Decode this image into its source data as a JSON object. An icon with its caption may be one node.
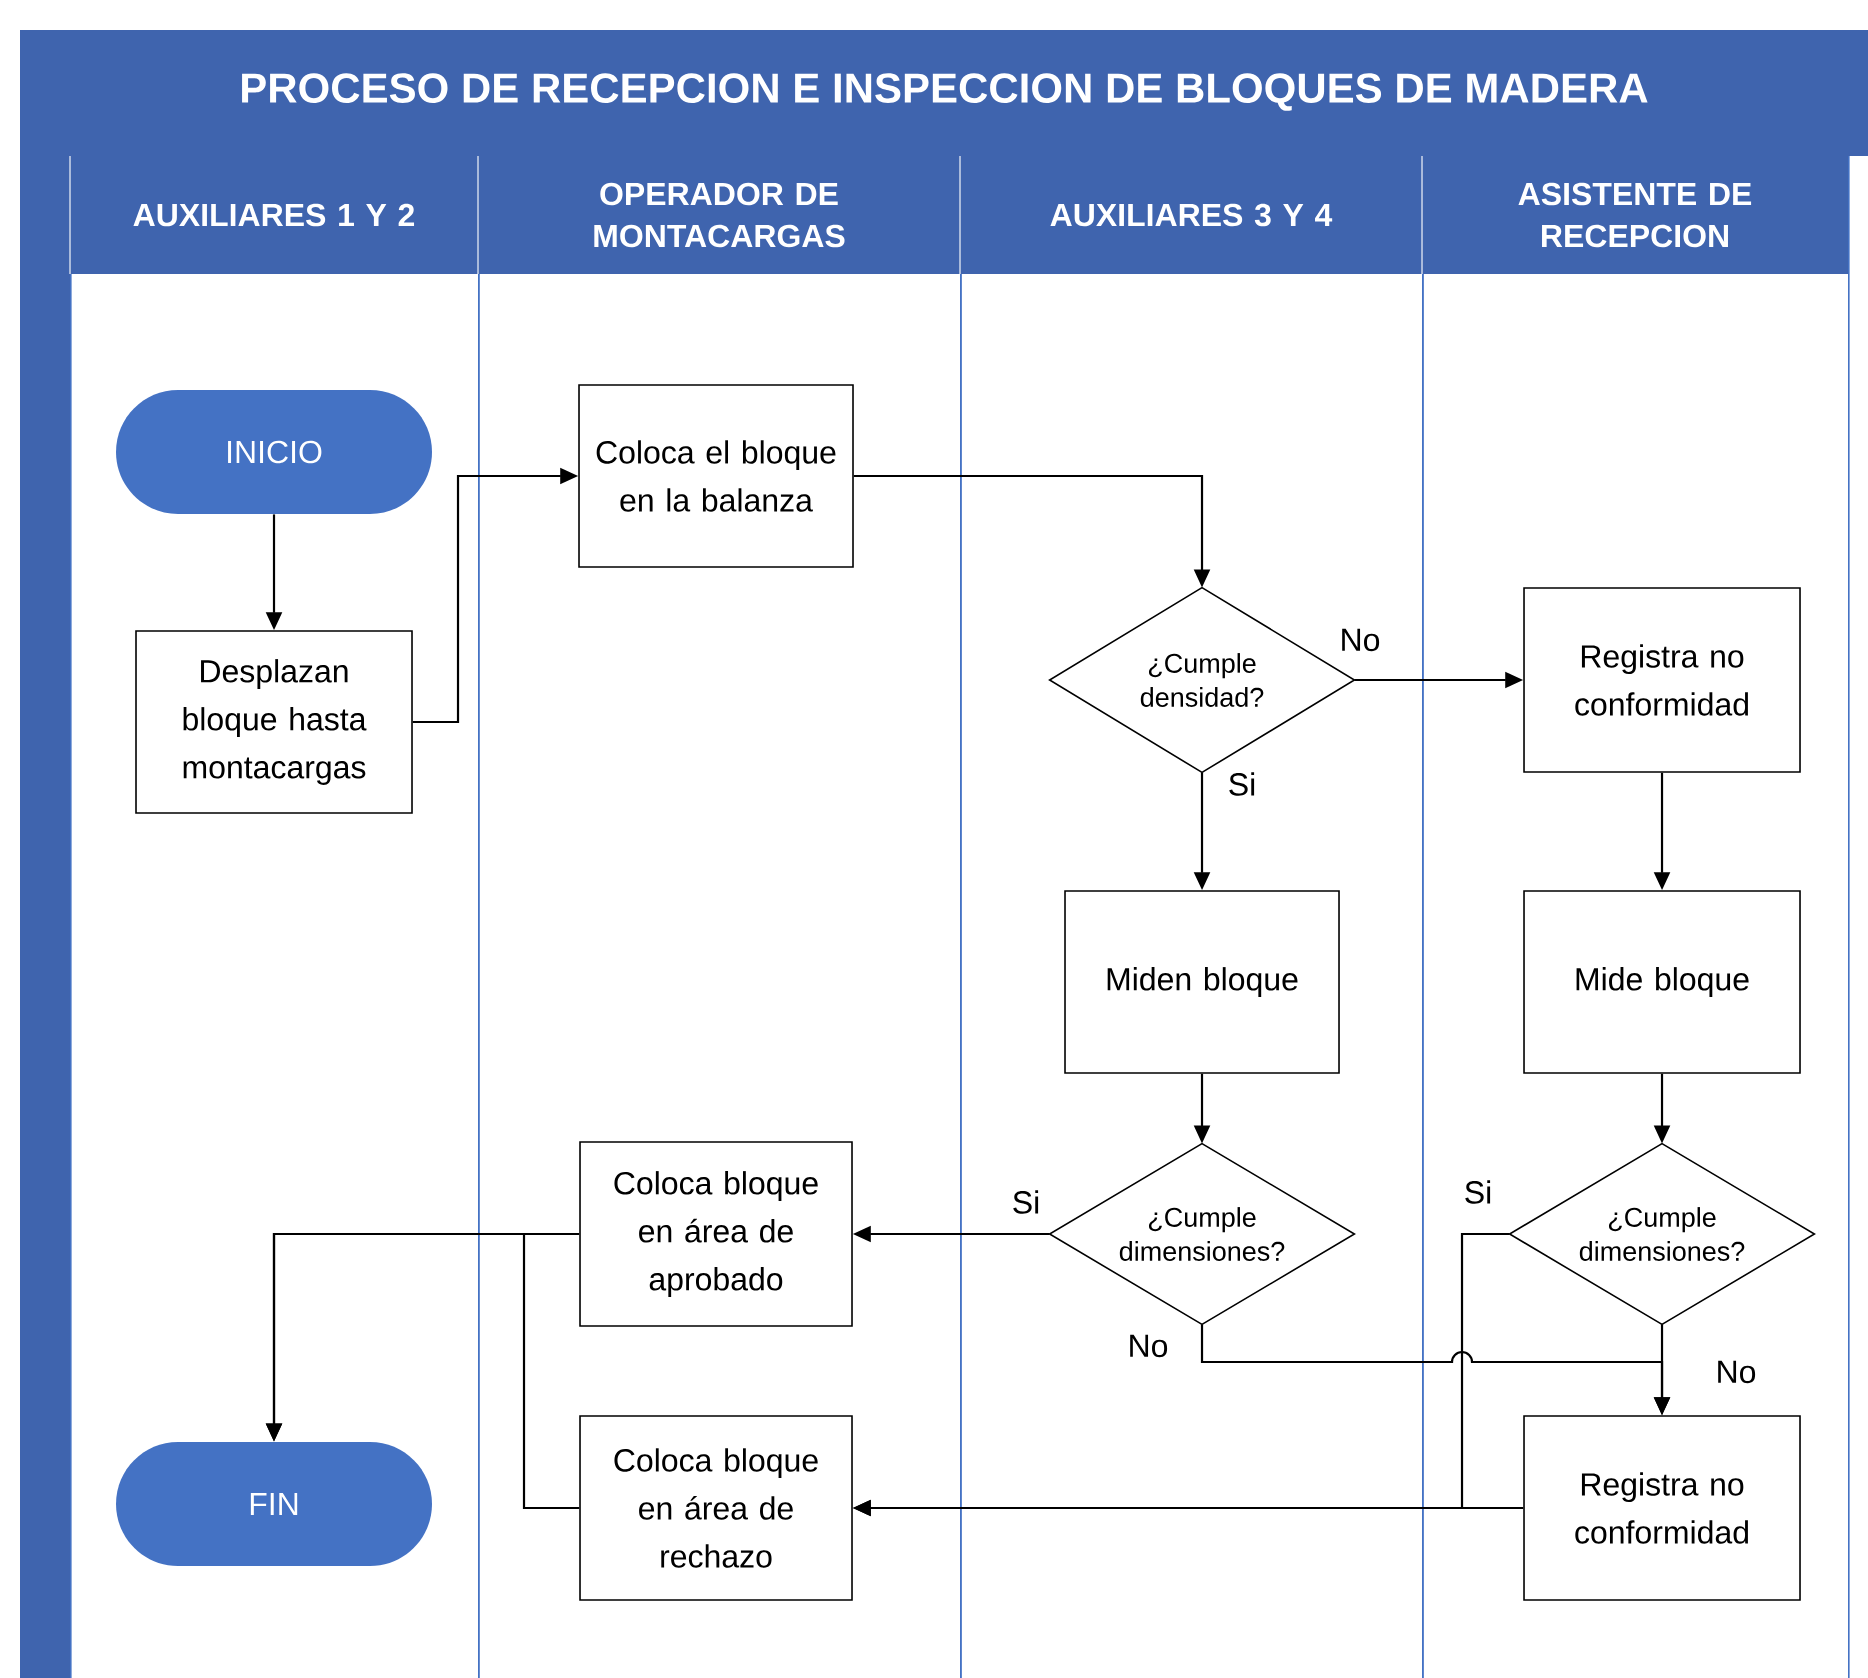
{
  "diagram": {
    "title": "PROCESO DE RECEPCION E INSPECCION DE BLOQUES DE MADERA",
    "nodes": [
      {
        "text": [
          "AUXILIARES 1 Y 2"
        ]
      },
      {
        "text": [
          "OPERADOR DE MONTACARGAS"
        ]
      },
      {
        "text": [
          "AUXILIARES 3 Y 4"
        ]
      },
      {
        "text": [
          "ASISTENTE DE RECEPCION"
        ]
      },
      {
        "text": [
          "INICIO"
        ],
        "in": 0
      },
      {
        "text": [
          "Desplazan bloque hasta montacargas"
        ],
        "in": 0
      },
      {
        "text": [
          "Coloca el bloque en la balanza"
        ],
        "in": 1
      },
      {
        "text": [
          "¿Cumple densidad?"
        ],
        "in": 2
      },
      {
        "text": [
          "Registra no conformidad"
        ],
        "in": 3
      },
      {
        "text": [
          "Miden bloque"
        ],
        "in": 2
      },
      {
        "text": [
          "Mide bloque"
        ],
        "in": 3
      },
      {
        "text": [
          "Coloca bloque en área de aprobado"
        ],
        "in": 1
      },
      {
        "text": [
          "¿Cumple dimensiones?"
        ],
        "in": 2
      },
      {
        "text": [
          "¿Cumple dimensiones?"
        ],
        "in": 3
      },
      {
        "text": [
          "FIN"
        ],
        "in": 0
      },
      {
        "text": [
          "Coloca bloque en área de rechazo"
        ],
        "in": 1
      },
      {
        "text": [
          "Registra no conformidad"
        ],
        "in": 3
      }
    ],
    "edges": [
      {
        "from": 4,
        "to": 5,
        "arrow": "to"
      },
      {
        "from": 5,
        "to": 6,
        "arrow": "to"
      },
      {
        "from": 6,
        "to": 7,
        "arrow": "to"
      },
      {
        "from": 7,
        "to": 8,
        "arrow": "to",
        "label": "No"
      },
      {
        "from": 7,
        "to": 9,
        "arrow": "to",
        "label": "Si"
      },
      {
        "from": 8,
        "to": 10,
        "arrow": "to"
      },
      {
        "from": 9,
        "to": 12,
        "arrow": "to"
      },
      {
        "from": 10,
        "to": 13,
        "arrow": "to"
      },
      {
        "from": 12,
        "to": 11,
        "arrow": "to",
        "label": "Si"
      },
      {
        "from": 12,
        "to": 16,
        "arrow": "to",
        "label": "No"
      },
      {
        "from": 13,
        "to": 16,
        "arrow": "to",
        "label": "No"
      },
      {
        "from": 13,
        "to": 15,
        "arrow": "to",
        "label": "Si"
      },
      {
        "from": 16,
        "to": 15,
        "arrow": "to"
      },
      {
        "from": 11,
        "to": 14,
        "arrow": "to"
      },
      {
        "from": 15,
        "to": 14,
        "arrow": "to"
      }
    ]
  }
}
